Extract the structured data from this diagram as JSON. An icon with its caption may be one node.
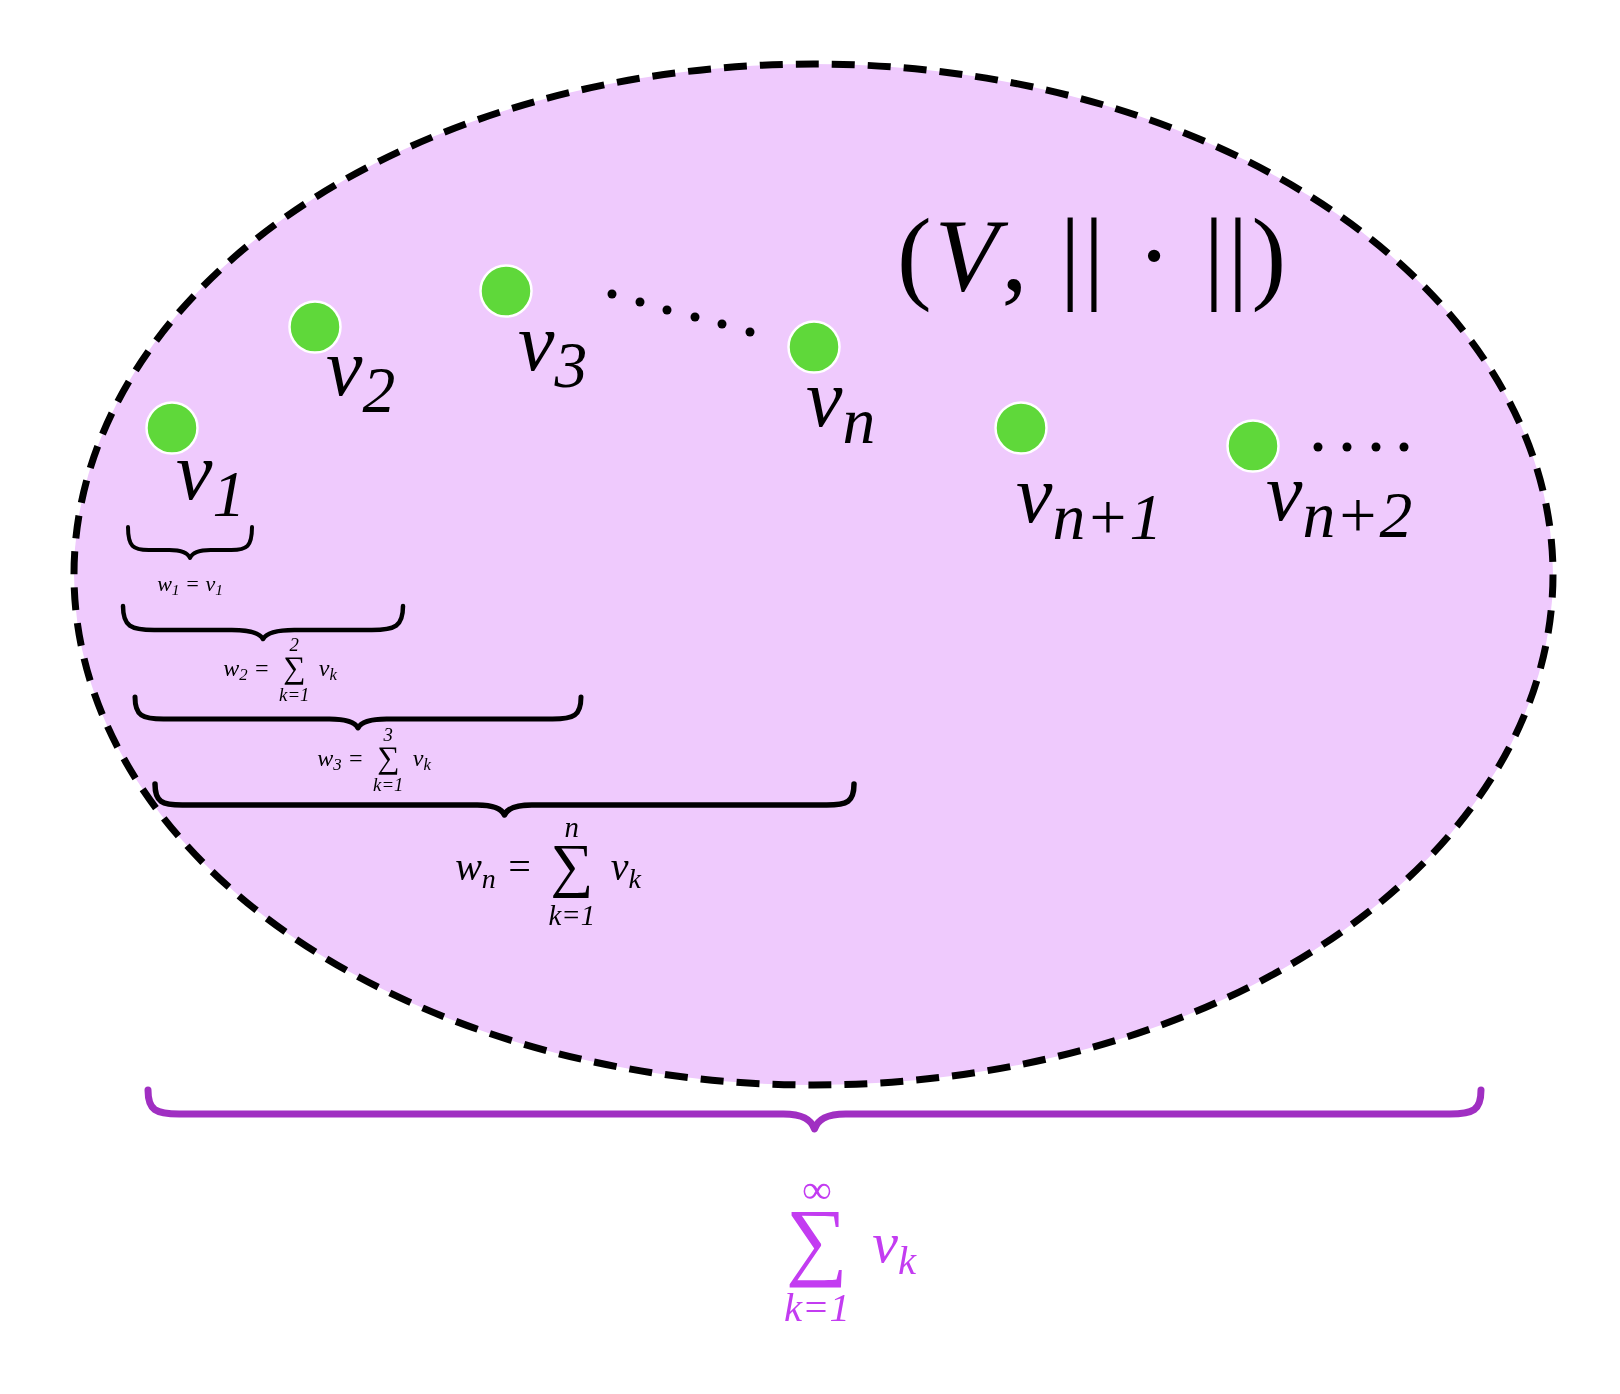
{
  "diagram": {
    "nodes": [
      {
        "text": [
          "(*V*, || · ||)"
        ]
      },
      {
        "text": [],
        "shape": "circle",
        "in": 0,
        "beside": [
          "v$_{1}$"
        ]
      },
      {
        "text": [],
        "shape": "circle",
        "in": 0,
        "beside": [
          "v$_{2}$"
        ]
      },
      {
        "text": [],
        "shape": "circle",
        "in": 0,
        "beside": [
          "v$_{3}$"
        ]
      },
      {
        "text": [],
        "shape": "circle",
        "in": 0,
        "beside": [
          "v$_{n}$"
        ]
      },
      {
        "text": [],
        "shape": "circle",
        "in": 0,
        "beside": [
          "v$_{n+1}$"
        ]
      },
      {
        "text": [],
        "shape": "circle",
        "in": 0,
        "beside": [
          "v$_{n+2}$"
        ]
      }
    ],
    "labels": [
      "w$_{1}$ = v$_{1}$",
      "w$_{2}$ = ∑$^{2}$$_{k=1}$ v$_{k}$",
      "w$_{3}$ = ∑$^{3}$$_{k=1}$ v$_{k}$",
      "w$_{n}$ = ∑$^{n}$$_{k=1}$ v$_{k}$",
      "∑$^{∞}$$_{k=1}$ v$_{k}$"
    ]
  }
}
